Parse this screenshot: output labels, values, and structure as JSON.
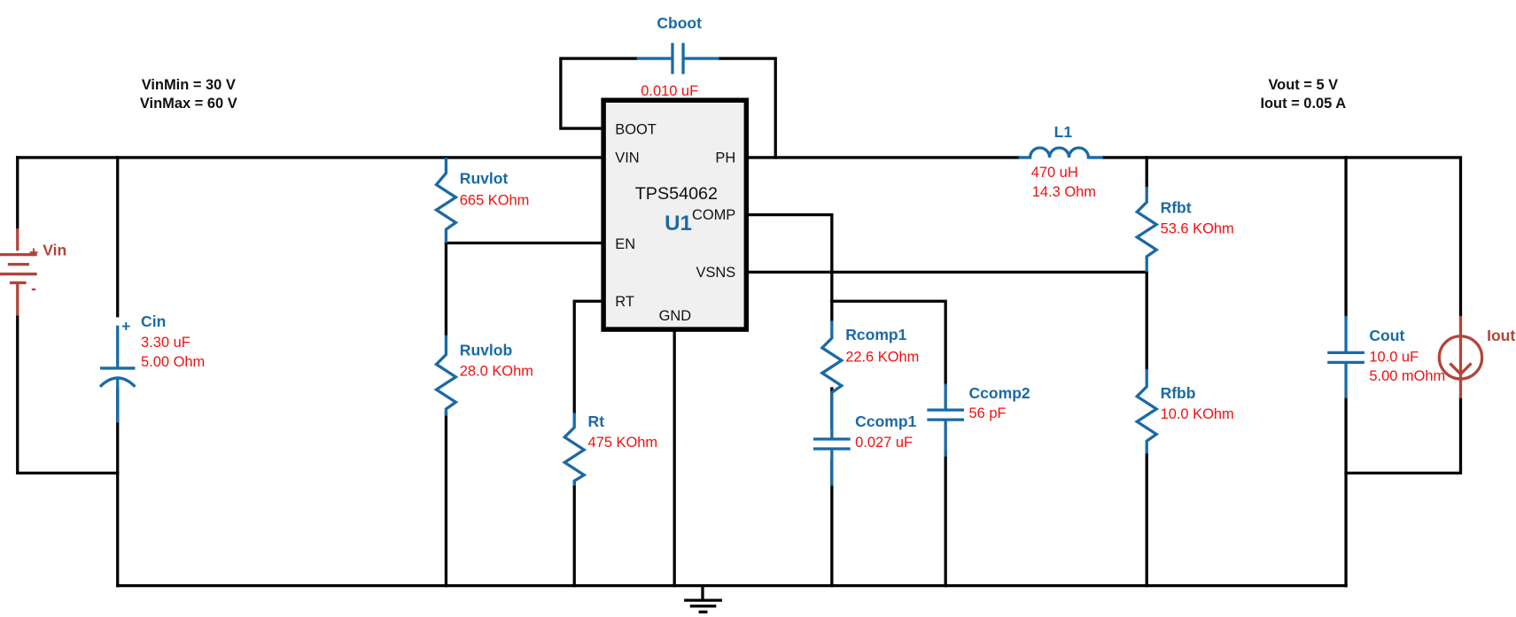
{
  "annotations": {
    "vin_min": "VinMin = 30 V",
    "vin_max": "VinMax = 60 V",
    "vout": "Vout = 5 V",
    "iout": "Iout = 0.05 A"
  },
  "ic": {
    "ref": "U1",
    "part": "TPS54062",
    "pins": {
      "boot": "BOOT",
      "vin": "VIN",
      "ph": "PH",
      "comp": "COMP",
      "en": "EN",
      "vsns": "VSNS",
      "rt": "RT",
      "gnd": "GND"
    }
  },
  "components": {
    "cboot": {
      "name": "Cboot",
      "value": "0.010 uF"
    },
    "vin": {
      "name": "Vin",
      "plus": "+",
      "minus": "-"
    },
    "cin": {
      "name": "Cin",
      "value": "3.30 uF",
      "esr": "5.00 Ohm",
      "plus": "+"
    },
    "ruvlot": {
      "name": "Ruvlot",
      "value": "665 KOhm"
    },
    "ruvlob": {
      "name": "Ruvlob",
      "value": "28.0 KOhm"
    },
    "rt": {
      "name": "Rt",
      "value": "475 KOhm"
    },
    "l1": {
      "name": "L1",
      "value": "470 uH",
      "dcr": "14.3 Ohm"
    },
    "rcomp1": {
      "name": "Rcomp1",
      "value": "22.6 KOhm"
    },
    "ccomp1": {
      "name": "Ccomp1",
      "value": "0.027 uF"
    },
    "ccomp2": {
      "name": "Ccomp2",
      "value": "56 pF"
    },
    "rfbt": {
      "name": "Rfbt",
      "value": "53.6 KOhm"
    },
    "rfbb": {
      "name": "Rfbb",
      "value": "10.0 KOhm"
    },
    "cout": {
      "name": "Cout",
      "value": "10.0 uF",
      "esr": "5.00 mOhm"
    },
    "iout": {
      "name": "Iout"
    }
  },
  "colors": {
    "component": "#1a6aa5",
    "value": "#ee1111",
    "source": "#b2443a",
    "wire": "#000000",
    "chip_fill": "#f0f0f0"
  }
}
